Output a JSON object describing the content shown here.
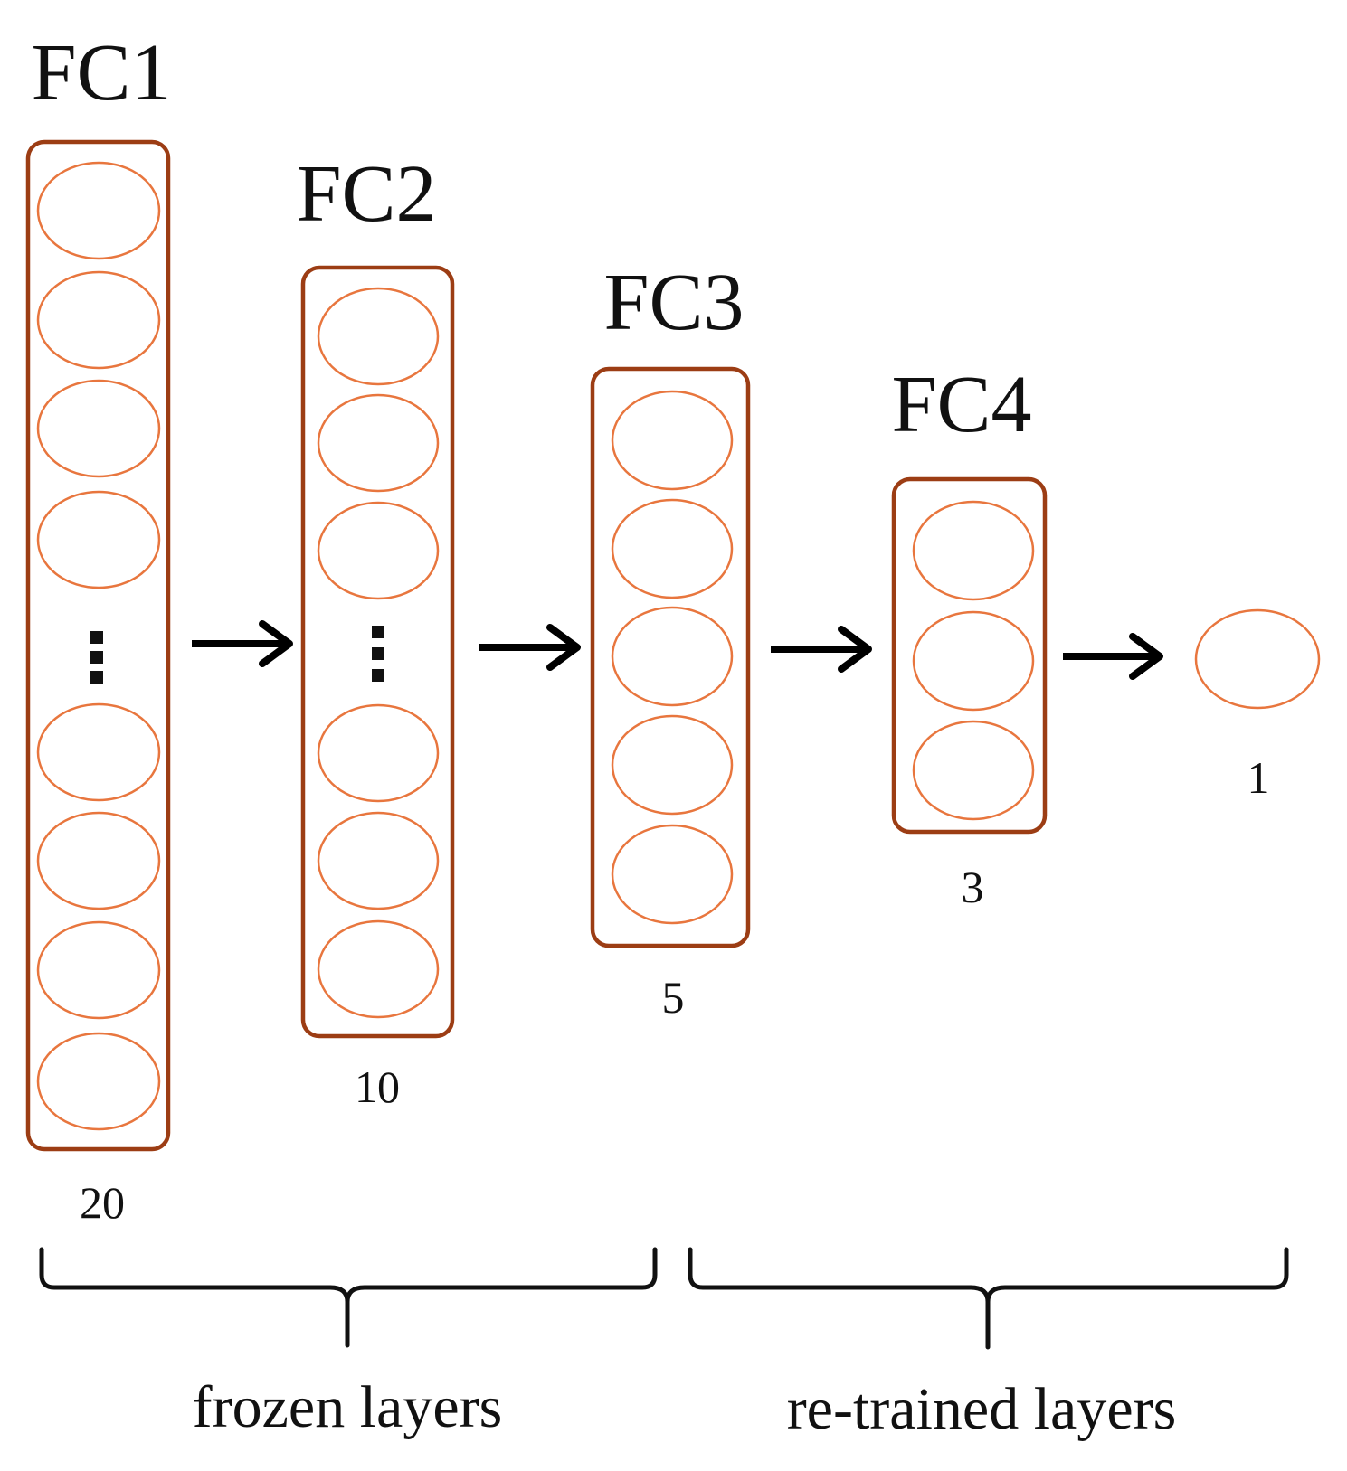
{
  "colors": {
    "box_stroke": "#9c3d14",
    "neuron_stroke": "#e8763e",
    "text": "#111111",
    "arrow": "#000000",
    "background": "#ffffff"
  },
  "layers": [
    {
      "title": "FC1",
      "count": "20",
      "neurons_drawn": 8,
      "ellipsis": true
    },
    {
      "title": "FC2",
      "count": "10",
      "neurons_drawn": 6,
      "ellipsis": true
    },
    {
      "title": "FC3",
      "count": "5",
      "neurons_drawn": 5,
      "ellipsis": false
    },
    {
      "title": "FC4",
      "count": "3",
      "neurons_drawn": 3,
      "ellipsis": false
    }
  ],
  "output": {
    "count": "1"
  },
  "groups": [
    {
      "label": "frozen layers"
    },
    {
      "label": "re-trained layers"
    }
  ]
}
